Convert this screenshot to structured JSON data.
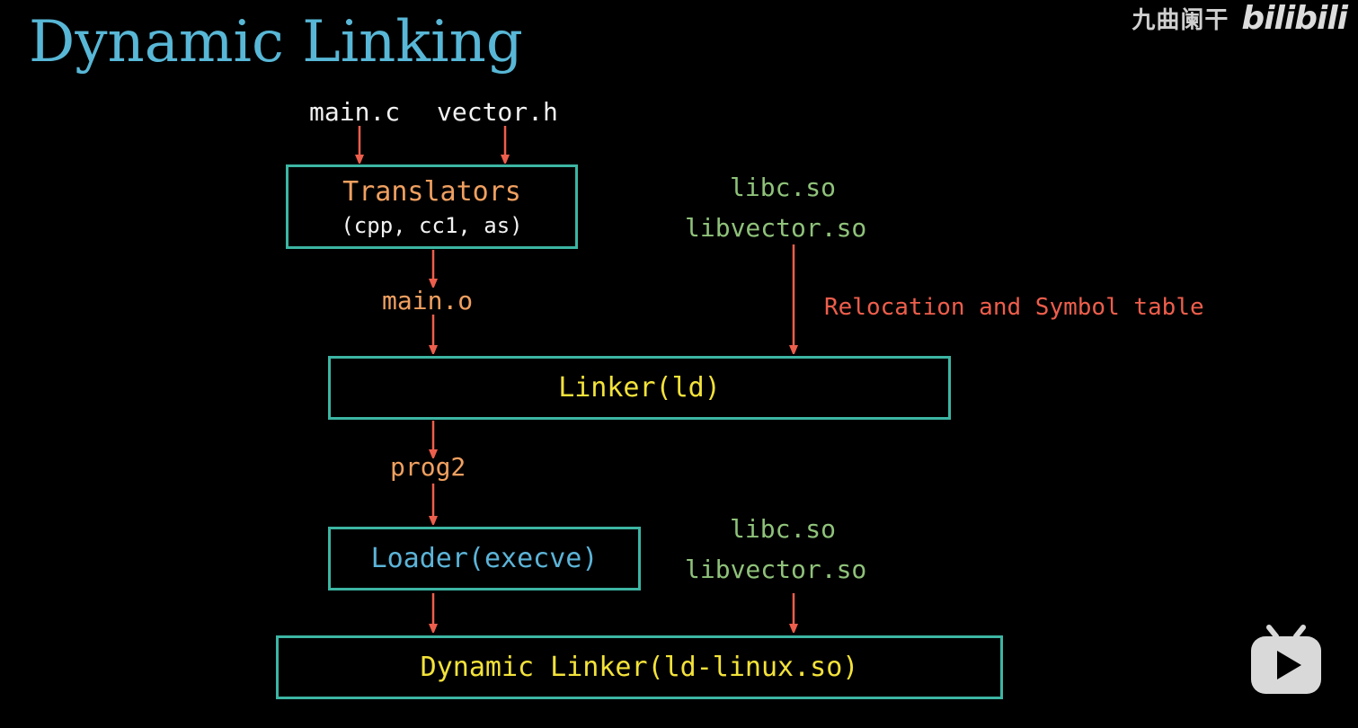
{
  "title": "Dynamic Linking",
  "sources": {
    "main_c": "main.c",
    "vector_h": "vector.h"
  },
  "translators": {
    "label": "Translators",
    "sub": "(cpp, cc1, as)"
  },
  "libs_top": {
    "libc": "libc.so",
    "libvector": "libvector.so"
  },
  "main_o": "main.o",
  "relocation_note": "Relocation and Symbol table",
  "linker": "Linker(ld)",
  "prog2": "prog2",
  "loader": "Loader(execve)",
  "libs_bottom": {
    "libc": "libc.so",
    "libvector": "libvector.so"
  },
  "dynamic_linker": "Dynamic Linker(ld-linux.so)",
  "watermark": {
    "text": "九曲阑干",
    "logo": "bilibili"
  },
  "colors": {
    "title": "#58b7d6",
    "box_border": "#3cb5a3",
    "arrow": "#ee5e4c",
    "orange": "#f0a060",
    "green": "#8fc27a",
    "yellow": "#f3e23a"
  }
}
